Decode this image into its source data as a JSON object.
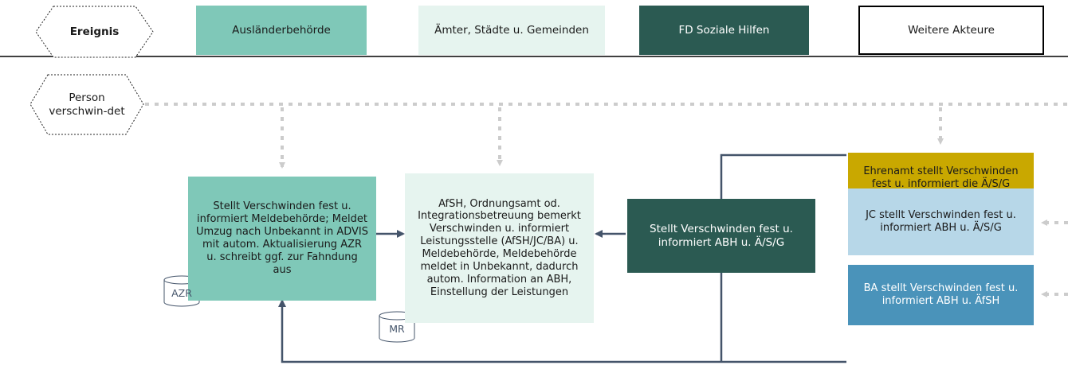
{
  "legend": {
    "ereignis": "Ereignis",
    "abh": "Ausländerbehörde",
    "aemter": "Ämter, Städte u. Gemeinden",
    "fd": "FD Soziale Hilfen",
    "weitere": "Weitere Akteure"
  },
  "event": {
    "label": "Person verschwin-det"
  },
  "boxes": {
    "abh_text": "Stellt Verschwinden fest u. informiert Meldebehörde; Meldet Umzug nach Unbekannt in ADVIS mit autom. Aktualisierung AZR u. schreibt ggf. zur Fahndung aus",
    "aemter_text": "AfSH, Ordnungsamt od. Integrationsbetreuung bemerkt Verschwinden u. informiert Leistungsstelle (AfSH/JC/BA) u. Meldebehörde, Meldebehörde meldet in Unbekannt, dadurch autom. Information an ABH, Einstellung der Leistungen",
    "fd_text": "Stellt Verschwinden fest u. informiert ABH u. Ä/S/G",
    "ehrenamt_text": "Ehrenamt stellt Verschwinden fest u. informiert die Ä/S/G",
    "jc_text": "JC stellt Verschwinden fest u. informiert ABH u. Ä/S/G",
    "ba_text": "BA stellt Verschwinden fest u. informiert ABH u. ÄfSH"
  },
  "databases": {
    "azr": "AZR",
    "mr": "MR"
  },
  "colors": {
    "abh": "#7fc8b8",
    "aemter": "#e6f4ef",
    "fd": "#2b5a52",
    "ehrenamt": "#c9a800",
    "jc": "#b7d7e8",
    "ba": "#4a93ba",
    "arrow": "#44546a",
    "dotted": "#cccccc"
  }
}
